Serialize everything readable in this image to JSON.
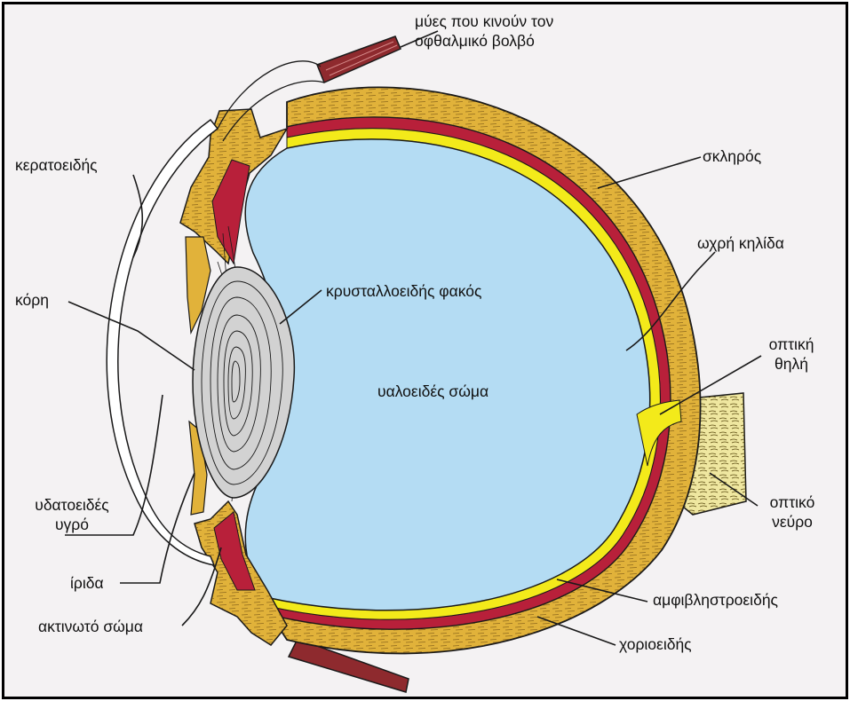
{
  "labels": {
    "muscles": [
      "μύες που κινούν τον",
      "οφθαλμικό βολβό"
    ],
    "cornea": "κερατοειδής",
    "sclera": "σκληρός",
    "macula": "ωχρή κηλίδα",
    "pupil": "κόρη",
    "lens": "κρυσταλλοειδής φακός",
    "optic_disc": [
      "οπτική",
      "θηλή"
    ],
    "vitreous": "υαλοειδές σώμα",
    "aqueous": [
      "υδατοειδές",
      "υγρό"
    ],
    "optic_nerve": [
      "οπτικό",
      "νεύρο"
    ],
    "iris": "ίριδα",
    "retina": "αμφιβληστροειδής",
    "ciliary": "ακτινωτό σώμα",
    "choroid": "χοριοειδής"
  },
  "colors": {
    "vitreous_fill": "#b4dcf3",
    "sclera_fill": "#e1b23a",
    "retina_yellow": "#f3ea1a",
    "choroid_red": "#b8203a",
    "muscle_red": "#8e2a2e",
    "lens_fill": "#d2d2d2",
    "outline": "#1a1a1a"
  }
}
